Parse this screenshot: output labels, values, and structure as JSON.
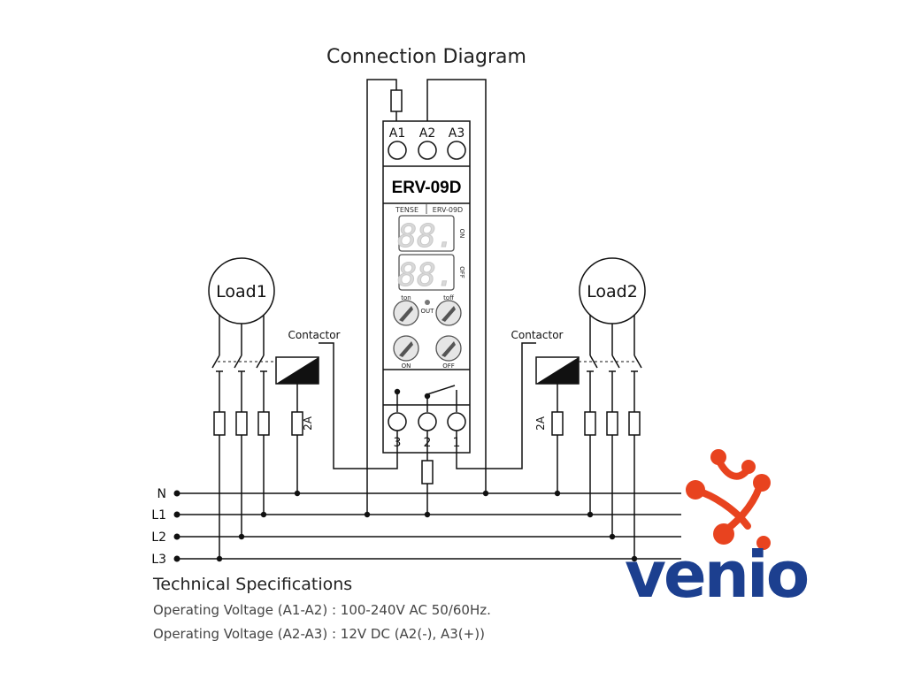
{
  "title": "Connection Diagram",
  "device": {
    "model_label": "ERV-09D",
    "brand": "TENSE",
    "brand_model": "ERV-09D",
    "display_top": "88.",
    "display_bottom": "88.",
    "display_top_side": "ON",
    "display_bottom_side": "OFF",
    "led_label": "OUT",
    "knobs": {
      "ton": "ton",
      "toff": "toff",
      "on": "ON",
      "off": "OFF"
    },
    "top_terminals": [
      "A1",
      "A2",
      "A3"
    ],
    "bottom_terminals": [
      "3",
      "2",
      "1"
    ]
  },
  "loads": {
    "left": "Load1",
    "right": "Load2"
  },
  "contactors": {
    "left": "Contactor",
    "right": "Contactor"
  },
  "fuse_ratings": {
    "left": "2A",
    "right": "2A"
  },
  "buses": [
    "N",
    "L1",
    "L2",
    "L3"
  ],
  "specs": {
    "heading": "Technical Specifications",
    "line1": "Operating Voltage (A1-A2) : 100-240V AC 50/60Hz.",
    "line2": "Operating Voltage (A2-A3) : 12V DC (A2(-), A3(+))"
  },
  "logo": {
    "text": "venio",
    "dot_color": "#e8431f",
    "text_color": "#1c3f8f"
  }
}
